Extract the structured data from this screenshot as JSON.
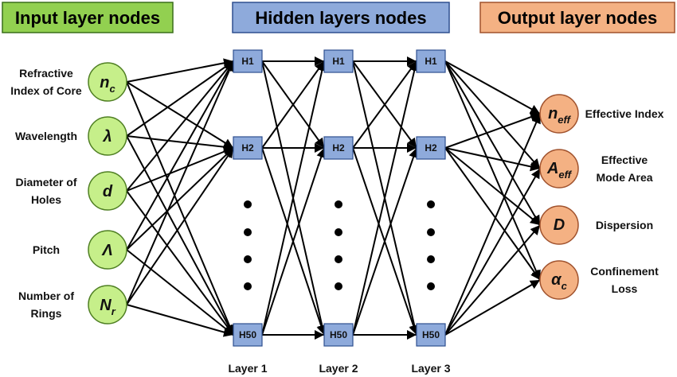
{
  "headers": {
    "input": "Input layer nodes",
    "hidden": "Hidden layers nodes",
    "output": "Output layer nodes"
  },
  "colors": {
    "input_header_bg": "#92d050",
    "hidden_header_bg": "#8eaadb",
    "output_header_bg": "#f4b183",
    "input_node_fill": "#c6ef8a",
    "hidden_node_fill": "#8eaadb",
    "output_node_fill": "#f4b183",
    "edge": "#000000"
  },
  "input_nodes": [
    {
      "symbol": "n",
      "sub": "c",
      "label": [
        "Refractive",
        "Index of Core"
      ]
    },
    {
      "symbol": "λ",
      "sub": "",
      "label": [
        "Wavelength"
      ]
    },
    {
      "symbol": "d",
      "sub": "",
      "label": [
        "Diameter of",
        "Holes"
      ]
    },
    {
      "symbol": "Λ",
      "sub": "",
      "label": [
        "Pitch"
      ]
    },
    {
      "symbol": "N",
      "sub": "r",
      "label": [
        "Number of",
        "Rings"
      ]
    }
  ],
  "hidden_layers": [
    {
      "label": "Layer 1",
      "nodes": [
        "H1",
        "H2",
        "H50"
      ]
    },
    {
      "label": "Layer 2",
      "nodes": [
        "H1",
        "H2",
        "H50"
      ]
    },
    {
      "label": "Layer 3",
      "nodes": [
        "H1",
        "H2",
        "H50"
      ]
    }
  ],
  "output_nodes": [
    {
      "symbol": "n",
      "sub": "eff",
      "label": [
        "Effective Index"
      ]
    },
    {
      "symbol": "A",
      "sub": "eff",
      "label": [
        "Effective",
        "Mode Area"
      ]
    },
    {
      "symbol": "D",
      "sub": "",
      "label": [
        "Dispersion"
      ]
    },
    {
      "symbol": "α",
      "sub": "c",
      "label": [
        "Confinement",
        "Loss"
      ]
    }
  ]
}
